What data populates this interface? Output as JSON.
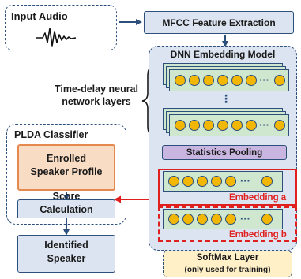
{
  "input_audio": {
    "label": "Input Audio"
  },
  "mfcc": {
    "label": "MFCC Feature Extraction"
  },
  "dnn": {
    "title": "DNN Embedding Model",
    "tdnn_label_line1": "Time-delay neural",
    "tdnn_label_line2": "network layers",
    "pooling_label": "Statistics Pooling",
    "embedding_a": "Embedding a",
    "embedding_b": "Embedding b",
    "ellipsis": "···",
    "vertical_ellipsis": "⋮"
  },
  "plda": {
    "title": "PLDA Classifier",
    "enrolled_line1": "Enrolled",
    "enrolled_line2": "Speaker Profile",
    "score_line1": "Score",
    "score_line2": "Calculation"
  },
  "identified": {
    "line1": "Identified",
    "line2": "Speaker"
  },
  "softmax": {
    "line1": "SoftMax Layer",
    "line2": "(only used for training)"
  },
  "colors": {
    "navy": "#2d4f7c",
    "panel": "#dce4f2",
    "node": "#f2b705",
    "layer": "#cfe6cf",
    "pooling": "#c9b6e0",
    "enrolled": "#f9dcc4",
    "softmax": "#fff0c8",
    "embedding_highlight": "#e0201e"
  }
}
